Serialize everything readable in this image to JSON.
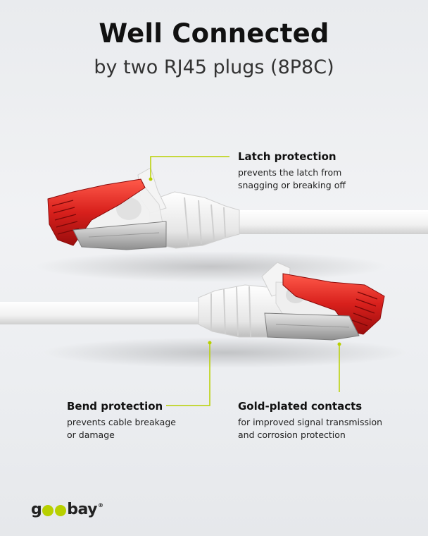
{
  "header": {
    "title": "Well Connected",
    "subtitle": "by two RJ45 plugs (8P8C)"
  },
  "callouts": {
    "latch": {
      "title": "Latch protection",
      "line1": "prevents the latch from",
      "line2": "snagging or breaking off"
    },
    "bend": {
      "title": "Bend protection",
      "line1": "prevents cable breakage",
      "line2": "or damage"
    },
    "gold": {
      "title": "Gold-plated contacts",
      "line1": "for improved signal transmission",
      "line2": "and corrosion protection"
    }
  },
  "logo": {
    "prefix": "g",
    "suffix": "bay",
    "registered": "®"
  },
  "colors": {
    "accent_line": "#b8d000",
    "plug_red": "#d42020",
    "cable_white": "#f7f7f7",
    "shield_metal": "#c8c8c8",
    "logo_dot": "#b8d000"
  }
}
